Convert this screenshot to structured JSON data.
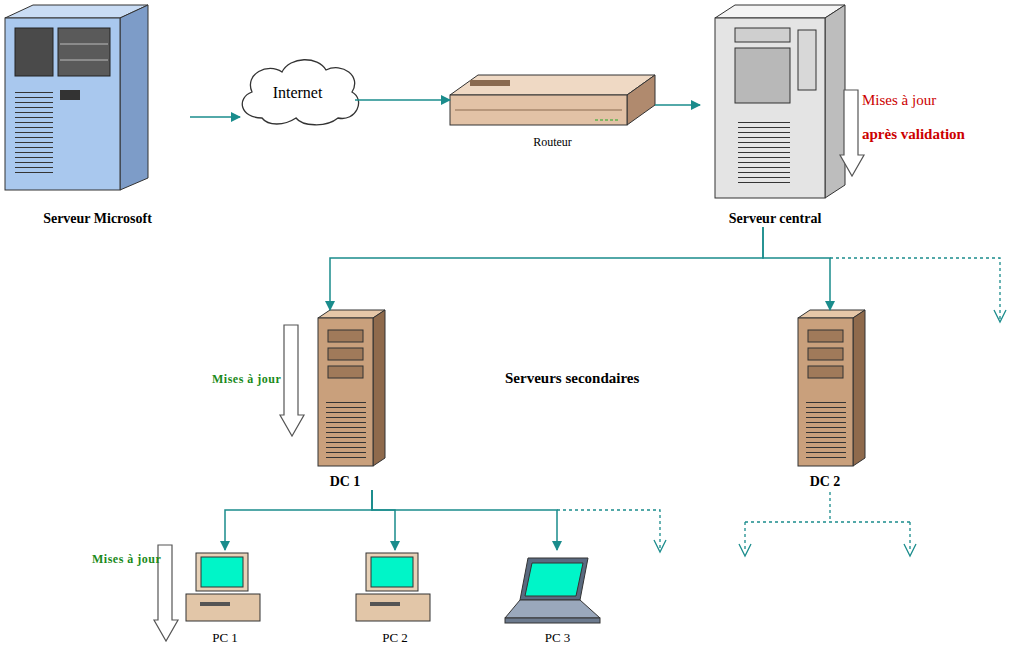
{
  "diagram": {
    "nodes": [
      {
        "text": [
          "Serveur Microsoft"
        ]
      },
      {
        "text": [
          "Internet"
        ]
      },
      {
        "text": [
          "Routeur"
        ]
      },
      {
        "text": [
          "Serveur central"
        ]
      },
      {
        "text": [
          "DC 1"
        ]
      },
      {
        "text": [
          "DC 2"
        ]
      },
      {
        "text": [
          "PC 1"
        ]
      },
      {
        "text": [
          "PC 2"
        ]
      },
      {
        "text": [
          "PC 3"
        ]
      }
    ],
    "edges": [
      {
        "from": 0,
        "to": 1,
        "arrow": "to"
      },
      {
        "from": 1,
        "to": 2,
        "arrow": "to"
      },
      {
        "from": 2,
        "to": 3,
        "arrow": "to"
      },
      {
        "from": 3,
        "to": 4,
        "arrow": "to"
      },
      {
        "from": 3,
        "to": 5,
        "arrow": "to"
      },
      {
        "from": 4,
        "to": 6,
        "arrow": "to"
      },
      {
        "from": 4,
        "to": 7,
        "arrow": "to"
      },
      {
        "from": 4,
        "to": 8,
        "arrow": "to"
      }
    ],
    "labels": [
      "Mises à jour",
      "après validation",
      "Serveurs secondaires",
      "Mises à jour",
      "Mises à jour"
    ]
  }
}
